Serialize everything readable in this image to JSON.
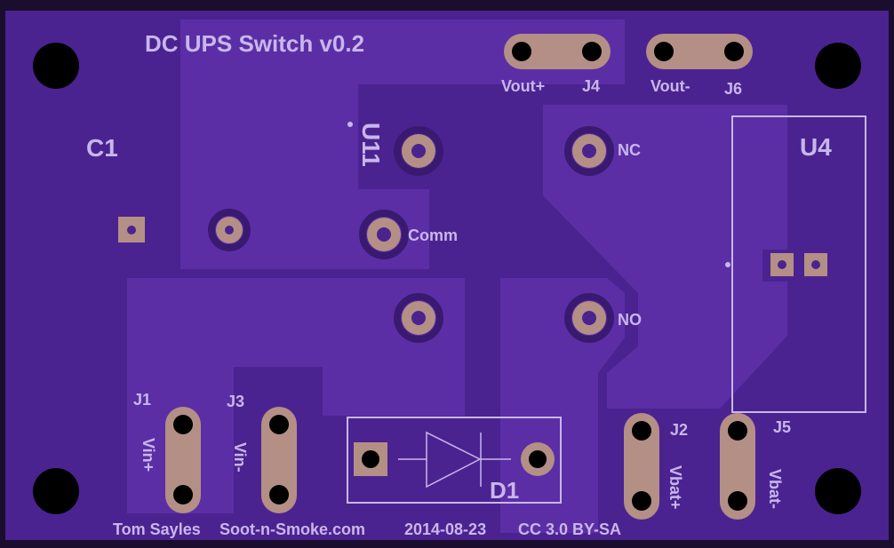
{
  "title": "DC UPS Switch v0.2",
  "designators": {
    "c1": "C1",
    "u11": "U11",
    "u4": "U4",
    "d1": "D1",
    "j1": "J1",
    "j2": "J2",
    "j3": "J3",
    "j4": "J4",
    "j5": "J5",
    "j6": "J6"
  },
  "pin_labels": {
    "nc": "NC",
    "no": "NO",
    "comm": "Comm",
    "vout_plus": "Vout+",
    "vout_minus": "Vout-",
    "vin_plus": "Vin+",
    "vin_minus": "Vin-",
    "vbat_plus": "Vbat+",
    "vbat_minus": "Vbat-"
  },
  "footer": {
    "author": "Tom Sayles",
    "site": "Soot-n-Smoke.com",
    "date": "2014-08-23",
    "license": "CC 3.0 BY-SA"
  },
  "colors": {
    "board": "#4b2390",
    "pour": "#5b2ea6",
    "silkscreen": "#c9b6ec",
    "pad": "#b48f86",
    "hole": "#000000"
  }
}
